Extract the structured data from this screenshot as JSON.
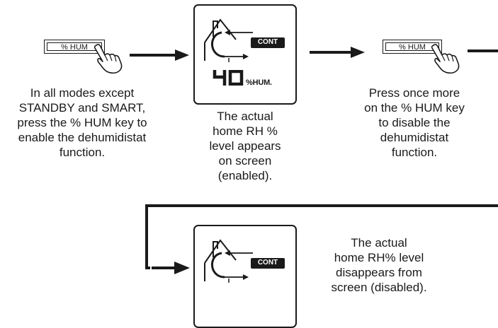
{
  "step1": {
    "key_label": "% HUM",
    "caption": [
      "In all modes except",
      "STANDBY and SMART,",
      "press the % HUM key to",
      "enable the dehumidistat",
      "function."
    ]
  },
  "step2": {
    "badge": "CONT",
    "rh_value": "40",
    "rh_unit": "%HUM.",
    "caption": [
      "The actual",
      "home RH %",
      "level appears",
      "on screen",
      "(enabled)."
    ]
  },
  "step3": {
    "key_label": "% HUM",
    "caption": [
      "Press once more",
      "on the % HUM key",
      "to disable the",
      "dehumidistat",
      "function."
    ]
  },
  "step4": {
    "badge": "CONT",
    "caption": [
      "The actual",
      "home RH% level",
      "disappears from",
      "screen (disabled)."
    ]
  },
  "icons": {
    "hand": "hand-pointer-icon",
    "house": "house-airflow-icon",
    "arrow": "arrow-right-icon"
  }
}
